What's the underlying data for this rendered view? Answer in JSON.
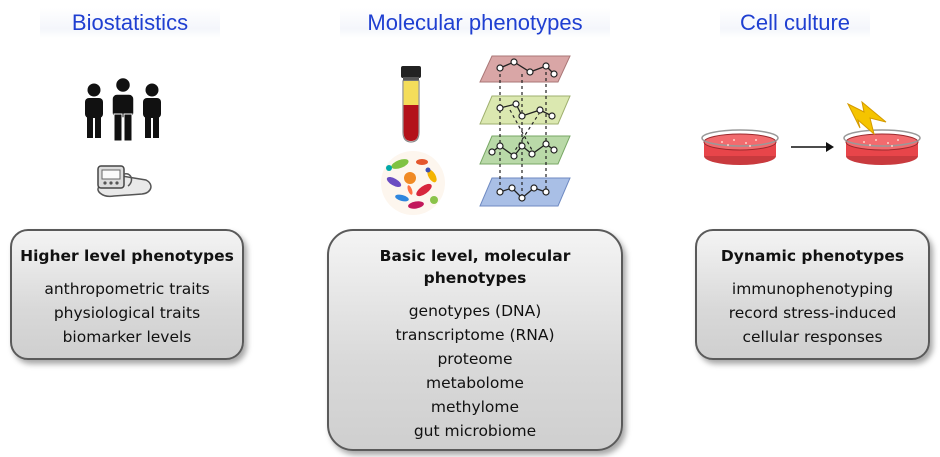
{
  "columns": [
    {
      "heading": "Biostatistics",
      "box": {
        "title": "Higher level phenotypes",
        "items": [
          "anthropometric traits",
          "physiological traits",
          "biomarker levels"
        ]
      }
    },
    {
      "heading": "Molecular phenotypes",
      "box": {
        "title_line1": "Basic level, molecular",
        "title_line2": "phenotypes",
        "items": [
          "genotypes (DNA)",
          "transcriptome (RNA)",
          "proteome",
          "metabolome",
          "methylome",
          "gut microbiome"
        ]
      }
    },
    {
      "heading": "Cell culture",
      "box": {
        "title": "Dynamic phenotypes",
        "items": [
          "immunophenotyping",
          "record stress-induced",
          "cellular responses"
        ]
      }
    }
  ],
  "icons": {
    "people": "people-group-icon",
    "bp_monitor": "blood-pressure-monitor-icon",
    "blood_tube": "blood-sample-tube-icon",
    "microbes": "microbiome-circle-icon",
    "network": "multilayer-network-icon",
    "dish": "petri-dish-icon",
    "arrow": "right-arrow-icon",
    "lightning": "lightning-bolt-icon"
  },
  "colors": {
    "heading": "#1f3fd1",
    "dish_medium": "#e8454a",
    "layer_red": "#d9a6a6",
    "layer_yellowgreen": "#dbe8b0",
    "layer_green": "#b9d9a8",
    "layer_blue": "#a9bfe6",
    "lightning": "#f5c400"
  }
}
